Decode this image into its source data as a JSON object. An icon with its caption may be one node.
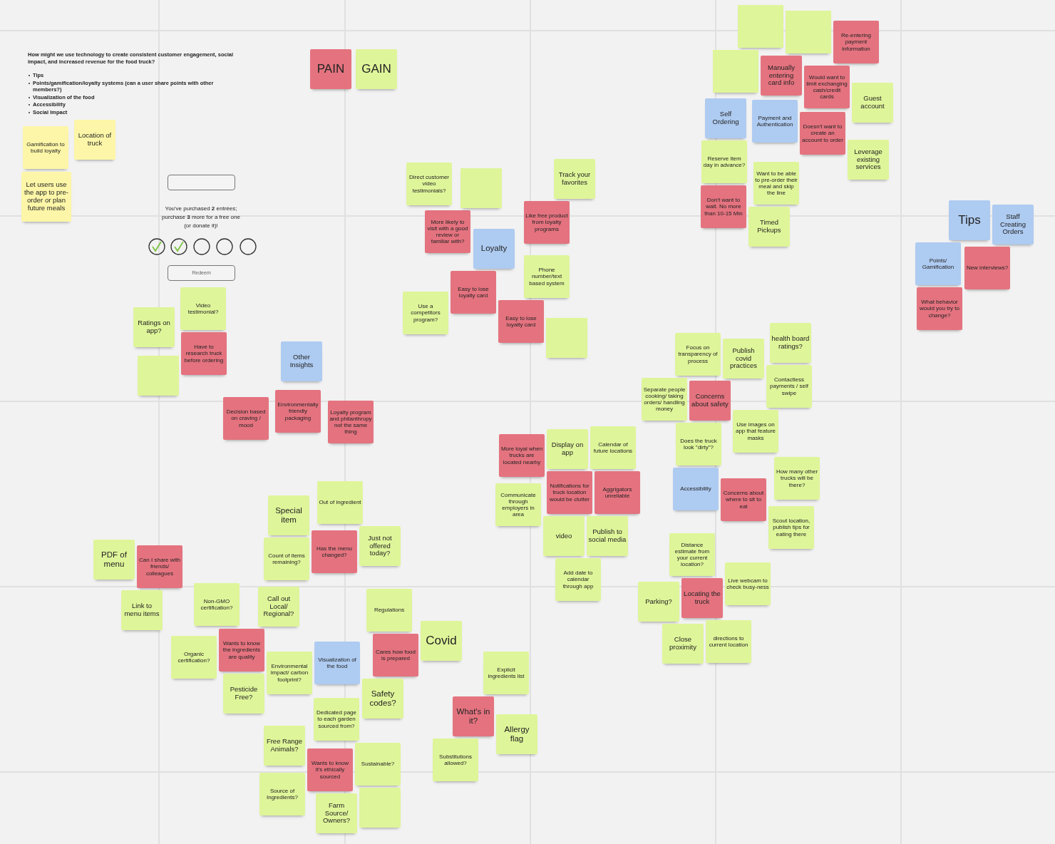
{
  "diagram": {
    "nodes": [
      {
        "text": [
          "Gamification to build loyalty"
        ]
      },
      {
        "text": [
          "Location of truck"
        ]
      },
      {
        "text": [
          "Let users use the app to pre-order or plan future meals"
        ]
      },
      {
        "text": [
          "PAIN"
        ]
      },
      {
        "text": [
          "GAIN"
        ]
      },
      {
        "text": [],
        "shape": "box"
      },
      {
        "text": [],
        "shape": "box"
      },
      {
        "text": [],
        "shape": "box"
      },
      {
        "text": [
          "Manually entering card info"
        ]
      },
      {
        "text": [
          "Re-entering payment information"
        ]
      },
      {
        "text": [
          "Would want to limit exchanging cash/credit cards"
        ]
      },
      {
        "text": [
          "Guest account"
        ]
      },
      {
        "text": [
          "Self Ordering"
        ]
      },
      {
        "text": [
          "Payment and Authentication"
        ]
      },
      {
        "text": [
          "Doesn't want to create an account to order"
        ]
      },
      {
        "text": [
          "Leverage existing services"
        ]
      },
      {
        "text": [
          "Reserve item day in advance?"
        ]
      },
      {
        "text": [
          "Don't want to wait. No more than 10-15 Min"
        ]
      },
      {
        "text": [
          "Want to be able to pre-order their meal and skip the line"
        ]
      },
      {
        "text": [
          "Timed Pickups"
        ]
      },
      {
        "text": [
          "Tips"
        ]
      },
      {
        "text": [
          "Staff Creating Orders"
        ]
      },
      {
        "text": [
          "New interviews?"
        ]
      },
      {
        "text": [
          "Points/ Gamification"
        ]
      },
      {
        "text": [
          "What behavior would you try to change?"
        ]
      },
      {
        "text": [
          "Direct customer video testimonials?"
        ]
      },
      {
        "text": [
          "More likely to visit with a good review or familiar with?"
        ]
      },
      {
        "text": [],
        "shape": "box"
      },
      {
        "text": [
          "Track your favorites"
        ]
      },
      {
        "text": [
          "Like free product from loyalty programs"
        ]
      },
      {
        "text": [
          "Loyalty"
        ]
      },
      {
        "text": [
          "Easy to lose loyalty card"
        ]
      },
      {
        "text": [
          "Use a competitors program?"
        ]
      },
      {
        "text": [
          "Phone number/text based system"
        ]
      },
      {
        "text": [
          "Easy to lose loyalty card"
        ]
      },
      {
        "text": [],
        "shape": "box"
      },
      {
        "text": [
          "Ratings on app?"
        ]
      },
      {
        "text": [
          "Video testimonial?"
        ]
      },
      {
        "text": [
          "Have to research truck before ordering"
        ]
      },
      {
        "text": [],
        "shape": "box"
      },
      {
        "text": [
          "Other Insights"
        ]
      },
      {
        "text": [
          "Decision based on craving / mood"
        ]
      },
      {
        "text": [
          "Environmentally friendly packaging"
        ]
      },
      {
        "text": [
          "Loyalty program and philanthropy not the same thing"
        ]
      },
      {
        "text": [
          "Focus on transparency of process"
        ]
      },
      {
        "text": [
          "Publish covid practices"
        ]
      },
      {
        "text": [
          "health board ratings?"
        ]
      },
      {
        "text": [
          "Separate people cooking/ taking orders/ handling money"
        ]
      },
      {
        "text": [
          "Concerns about safety"
        ]
      },
      {
        "text": [
          "Contactless payments / self swipe"
        ]
      },
      {
        "text": [
          "Does the truck look \"dirty\"?"
        ]
      },
      {
        "text": [
          "Use images on app that feature masks"
        ]
      },
      {
        "text": [
          "Accessibility"
        ]
      },
      {
        "text": [
          "Concerns about where to sit to eat"
        ]
      },
      {
        "text": [
          "How many other trucks will be there?"
        ]
      },
      {
        "text": [
          "Scout location, publish tips for eating there"
        ]
      },
      {
        "text": [
          "More loyal when trucks are located nearby"
        ]
      },
      {
        "text": [
          "Display on app"
        ]
      },
      {
        "text": [
          "Calendar of future locations"
        ]
      },
      {
        "text": [
          "Communicate through employers in area"
        ]
      },
      {
        "text": [
          "Notifications for truck location would be clutter"
        ]
      },
      {
        "text": [
          "Aggrigators unreliable"
        ]
      },
      {
        "text": [
          "video"
        ]
      },
      {
        "text": [
          "Publish to social media"
        ]
      },
      {
        "text": [
          "Add date to calendar through app"
        ]
      },
      {
        "text": [
          "Distance estimate from your current location?"
        ]
      },
      {
        "text": [
          "Locating the truck"
        ]
      },
      {
        "text": [
          "Live webcam to check busy-ness"
        ]
      },
      {
        "text": [
          "Parking?"
        ]
      },
      {
        "text": [
          "Close proximity"
        ]
      },
      {
        "text": [
          "directions to current location"
        ]
      },
      {
        "text": [
          "Special item"
        ]
      },
      {
        "text": [
          "Out of ingredient"
        ]
      },
      {
        "text": [
          "Has the menu changed?"
        ]
      },
      {
        "text": [
          "Just not offered today?"
        ]
      },
      {
        "text": [
          "Count of items remaining?"
        ]
      },
      {
        "text": [
          "PDF of menu"
        ]
      },
      {
        "text": [
          "Can I share with friends/ colleagues"
        ]
      },
      {
        "text": [
          "Link to menu items"
        ]
      },
      {
        "text": [
          "Non-GMO certification?"
        ]
      },
      {
        "text": [
          "Call out Local/ Regional?"
        ]
      },
      {
        "text": [
          "Organic certification?"
        ]
      },
      {
        "text": [
          "Wants to know the ingredients are quality"
        ]
      },
      {
        "text": [
          "Environmental impact/ carbon footprint?"
        ]
      },
      {
        "text": [
          "Pesticide Free?"
        ]
      },
      {
        "text": [
          "Visualization of the food"
        ]
      },
      {
        "text": [
          "Regulations"
        ]
      },
      {
        "text": [
          "Cares how food is prepared"
        ]
      },
      {
        "text": [
          "Covid"
        ]
      },
      {
        "text": [
          "Safety codes?"
        ]
      },
      {
        "text": [
          "Explicit ingredients list"
        ]
      },
      {
        "text": [
          "What's in it?"
        ]
      },
      {
        "text": [
          "Substitutions allowed?"
        ]
      },
      {
        "text": [
          "Allergy flag"
        ]
      },
      {
        "text": [
          "Free Range Animals?"
        ]
      },
      {
        "text": [
          "Dedicated page to each garden sourced from?"
        ]
      },
      {
        "text": [
          "Wants to know it's ethically sourced"
        ]
      },
      {
        "text": [
          "Sustainable?"
        ]
      },
      {
        "text": [
          "Source of Ingredients?"
        ]
      },
      {
        "text": [
          "Farm Source/ Owners?"
        ]
      },
      {
        "text": [],
        "shape": "box"
      }
    ],
    "labels": [
      "How might we use technology to create consistent customer engagement, social impact, and increased revenue for the food truck?",
      "Tips",
      "Points/gamification/loyalty systems (can a user share points with other members?)",
      "Visualization of the food",
      "Accessibility",
      "Social Impact",
      "You've purchased **2** entrées; purchase **3** more for a free one (or donate it)!",
      "Redeem"
    ]
  }
}
